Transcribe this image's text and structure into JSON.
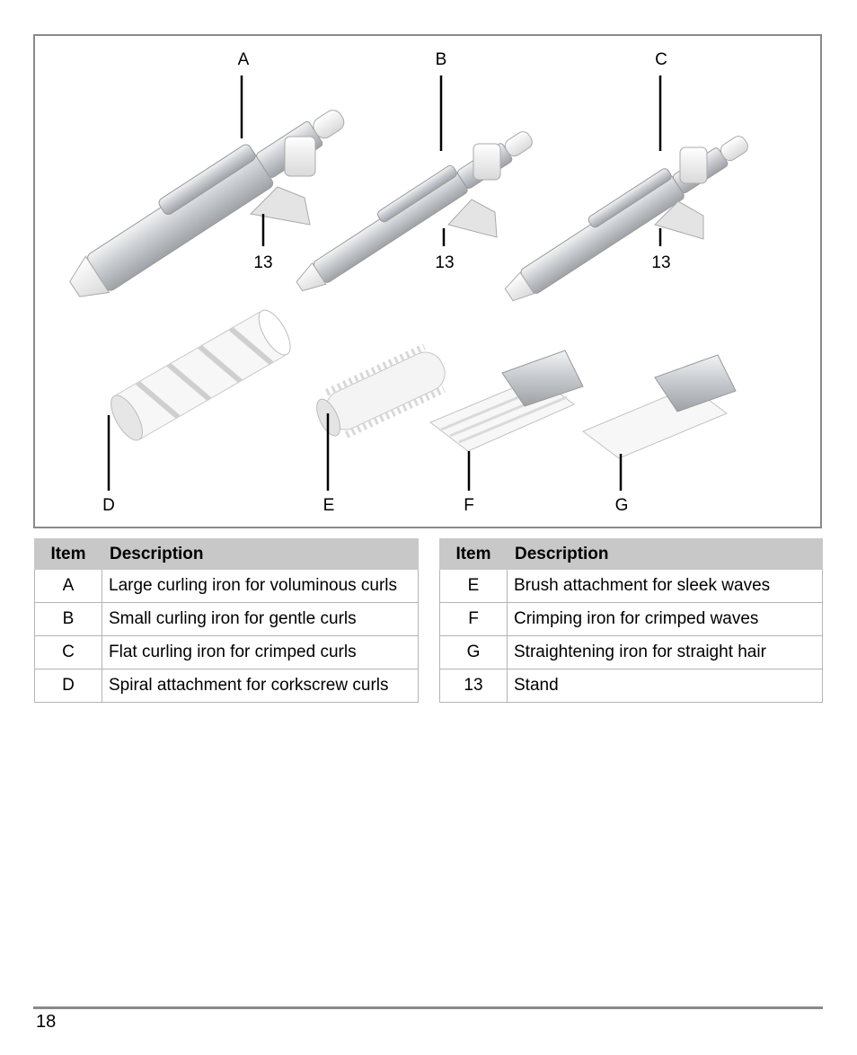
{
  "figure": {
    "labels": {
      "a": "A",
      "b": "B",
      "c": "C",
      "stand_a": "13",
      "stand_b": "13",
      "stand_c": "13",
      "d": "D",
      "e": "E",
      "f": "F",
      "g": "G"
    },
    "colors": {
      "metal": "#c4c7ca",
      "white_part": "#f0f0f0",
      "outline": "#9a9a9a"
    }
  },
  "tables": {
    "left": {
      "header": {
        "item": "Item",
        "description": "Description"
      },
      "rows": [
        {
          "item": "A",
          "description": "Large curling iron for voluminous curls"
        },
        {
          "item": "B",
          "description": "Small curling iron for gentle curls"
        },
        {
          "item": "C",
          "description": "Flat curling iron for crimped curls"
        },
        {
          "item": "D",
          "description": "Spiral attachment for corkscrew curls"
        }
      ]
    },
    "right": {
      "header": {
        "item": "Item",
        "description": "Description"
      },
      "rows": [
        {
          "item": "E",
          "description": "Brush attachment for sleek waves"
        },
        {
          "item": "F",
          "description": "Crimping iron for crimped waves"
        },
        {
          "item": "G",
          "description": "Straightening iron for straight hair"
        },
        {
          "item": "13",
          "description": "Stand"
        }
      ]
    }
  },
  "footer": {
    "page_number": "18"
  }
}
